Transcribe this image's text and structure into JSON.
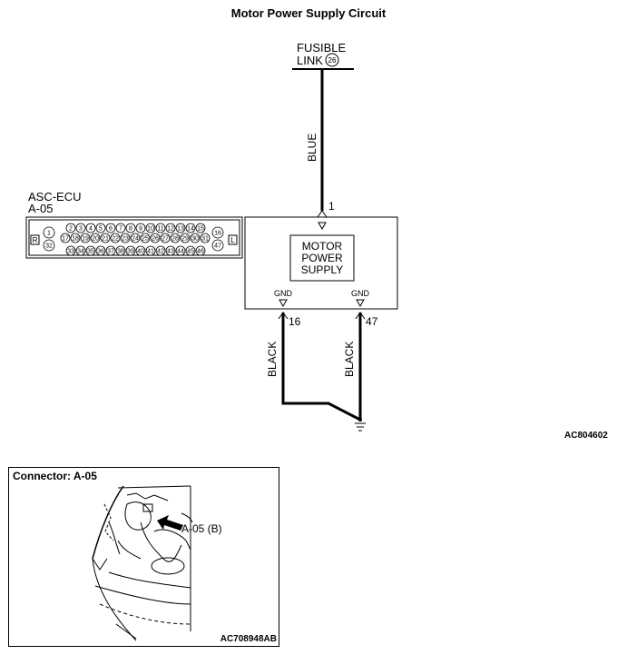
{
  "title": "Motor Power Supply Circuit",
  "diagram_code": "AC804602",
  "fusible_link": {
    "line1": "FUSIBLE",
    "line2": "LINK",
    "number": "26"
  },
  "wire_colors": {
    "supply": "BLUE",
    "ground_left": "BLACK",
    "ground_right": "BLACK"
  },
  "ecu": {
    "name": "ASC-ECU",
    "connector": "A-05",
    "block_label": "MOTOR POWER SUPPLY",
    "block_lines": [
      "MOTOR",
      "POWER",
      "SUPPLY"
    ],
    "pins": {
      "supply": "1",
      "gnd_left": "16",
      "gnd_right": "47"
    },
    "gnd_label_left": "GND",
    "gnd_label_right": "GND"
  },
  "connector_face": {
    "left_marker": "R",
    "right_marker": "L",
    "row1": [
      "2",
      "3",
      "4",
      "5",
      "6",
      "7",
      "8",
      "9",
      "10",
      "11",
      "12",
      "13",
      "14",
      "15"
    ],
    "row2": [
      "17",
      "18",
      "19",
      "20",
      "21",
      "22",
      "23",
      "24",
      "25",
      "26",
      "27",
      "28",
      "29",
      "30",
      "31"
    ],
    "row3": [
      "33",
      "34",
      "35",
      "36",
      "37",
      "38",
      "39",
      "40",
      "41",
      "42",
      "43",
      "44",
      "45",
      "46"
    ],
    "left_circles": [
      "1",
      "32"
    ],
    "right_circles": [
      "16",
      "47"
    ]
  },
  "location": {
    "title": "Connector: A-05",
    "callout": "A-05 (B)",
    "image_code": "AC708948AB"
  }
}
